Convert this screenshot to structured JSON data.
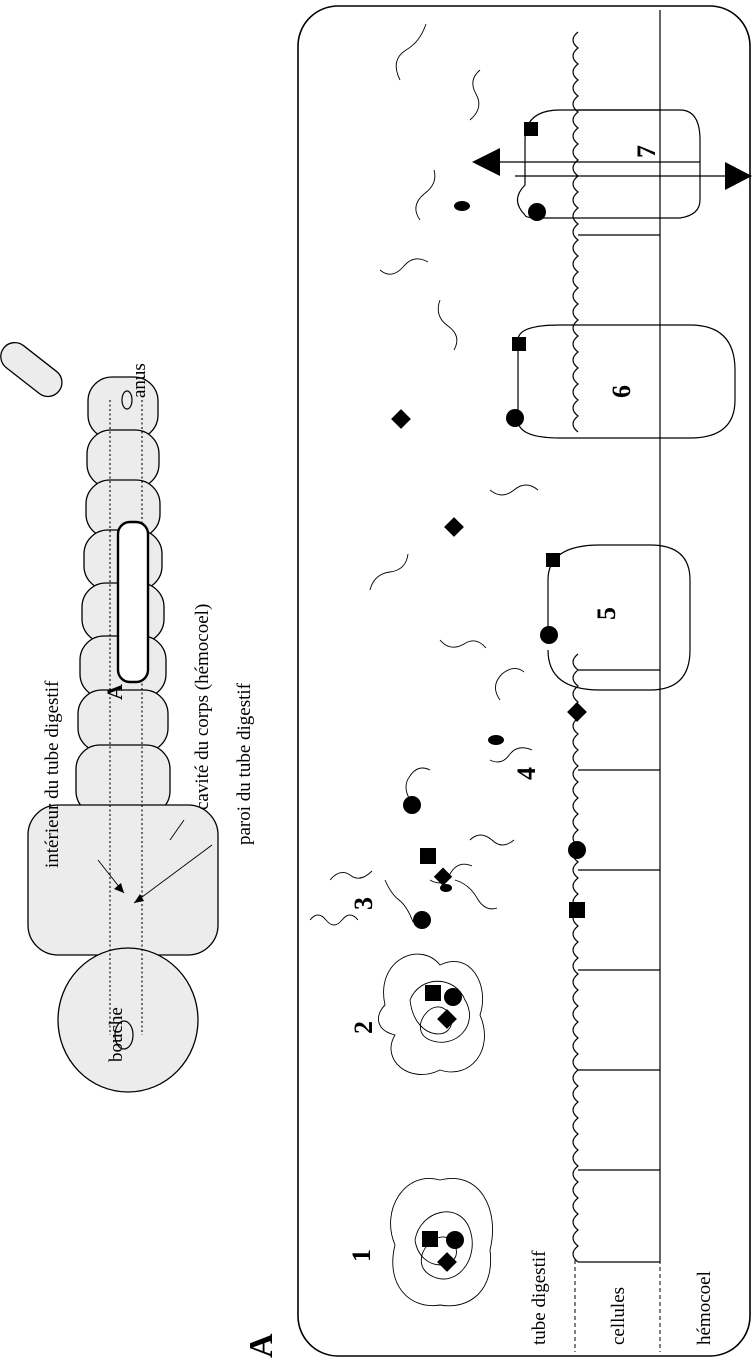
{
  "figure_letter": "A",
  "larva": {
    "labels": {
      "interior": "intérieur du tube digestif",
      "body_cavity": "cavité du corps (hémocoel)",
      "gut_wall": "paroi du tube digestif",
      "mouth": "bouche",
      "anus": "anus",
      "region": "A"
    }
  },
  "panel": {
    "compartments": {
      "gut": "tube digestif",
      "cells": "cellules",
      "hemocoel": "hémocoel"
    },
    "steps": [
      "1",
      "2",
      "3",
      "4",
      "5",
      "6",
      "7"
    ]
  }
}
